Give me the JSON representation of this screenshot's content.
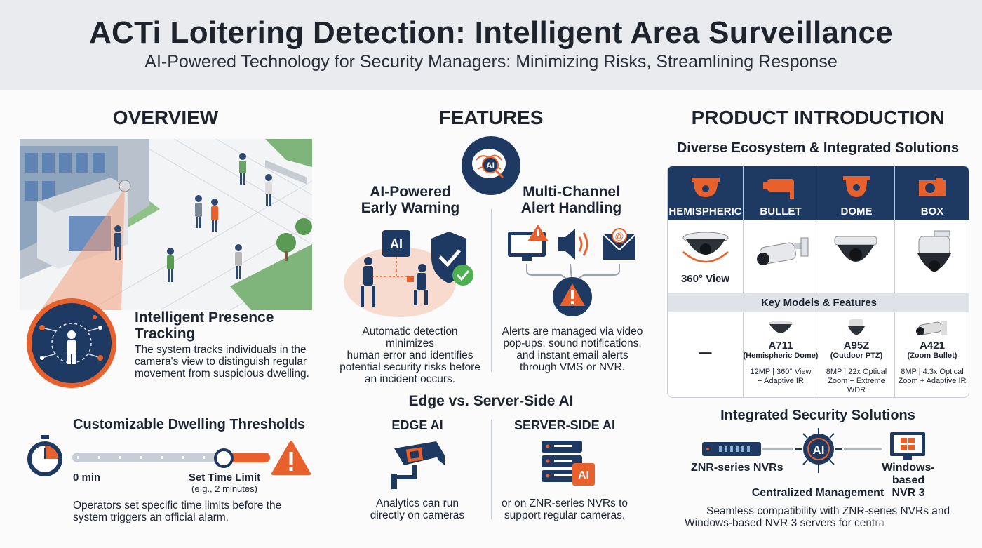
{
  "header": {
    "title": "ACTi Loitering Detection: Intelligent Area Surveillance",
    "subtitle": "AI-Powered Technology for Security Managers: Minimizing Risks, Streamlining Response"
  },
  "overview": {
    "heading": "OVERVIEW",
    "tracking_title_1": "Intelligent Presence",
    "tracking_title_2": "Tracking",
    "tracking_desc": [
      "The system tracks individuals in the",
      "camera's view to distinguish regular",
      "movement from suspicious dwelling."
    ],
    "thresholds_title": "Customizable Dwelling Thresholds",
    "slider_start_label": "0 min",
    "slider_limit_label": "Set Time Limit",
    "slider_limit_example": "(e.g., 2 minutes)",
    "slider_level": 0.7,
    "thresholds_desc": [
      "Operators set specific time limits before the",
      "system triggers an official alarm."
    ]
  },
  "features": {
    "heading": "FEATURES",
    "early_warning_title_1": "AI-Powered",
    "early_warning_title_2": "Early Warning",
    "early_warning_desc": [
      "Automatic detection minimizes",
      "human error and identifies",
      "potential security risks before",
      "an incident occurs."
    ],
    "alert_title_1": "Multi-Channel",
    "alert_title_2": "Alert Handling",
    "alert_desc": [
      "Alerts are managed via video",
      "pop-ups, sound notifications,",
      "and instant email alerts",
      "through VMS or NVR."
    ],
    "edge_vs_server_title": "Edge vs. Server-Side AI",
    "edge_title": "EDGE AI",
    "edge_desc": [
      "Analytics can run",
      "directly on cameras"
    ],
    "server_title": "SERVER-SIDE AI",
    "server_desc": [
      "or on ZNR-series NVRs to",
      "support regular cameras."
    ],
    "ai_chip": "AI",
    "ai_badge": "AI",
    "brain_ai": "AI"
  },
  "product": {
    "heading": "PRODUCT INTRODUCTION",
    "ecosystem_title": "Diverse Ecosystem & Integrated Solutions",
    "types": [
      "HEMISPHERIC",
      "BULLET",
      "DOME",
      "BOX"
    ],
    "view_label": "360° View",
    "key_models_title": "Key Models & Features",
    "empty_cell": "—",
    "models": [
      {
        "name": "A711",
        "sub": "(Hemispheric Dome)",
        "f1": "12MP | 360° View",
        "f2": "+ Adaptive IR"
      },
      {
        "name": "A95Z",
        "sub": "(Outdoor PTZ)",
        "f1": "8MP | 22x Optical",
        "f2": "Zoom + Extreme WDR"
      },
      {
        "name": "A421",
        "sub": "(Zoom Bullet)",
        "f1": "8MP | 4.3x Optical",
        "f2": "Zoom + Adaptive IR"
      }
    ],
    "integrated_title": "Integrated Security Solutions",
    "nvr_label": "ZNR-series NVRs",
    "windows_label_1": "Windows-based",
    "windows_label_2": "NVR 3",
    "hub_ai": "AI",
    "central_label": "Centralized Management",
    "integrated_desc": [
      "Seamless compatibility with ZNR-series NVRs and",
      "Windows-based NVR 3 servers for centra"
    ]
  },
  "colors": {
    "navy": "#1e3a62",
    "orange": "#e8612c",
    "green": "#4caf50"
  }
}
